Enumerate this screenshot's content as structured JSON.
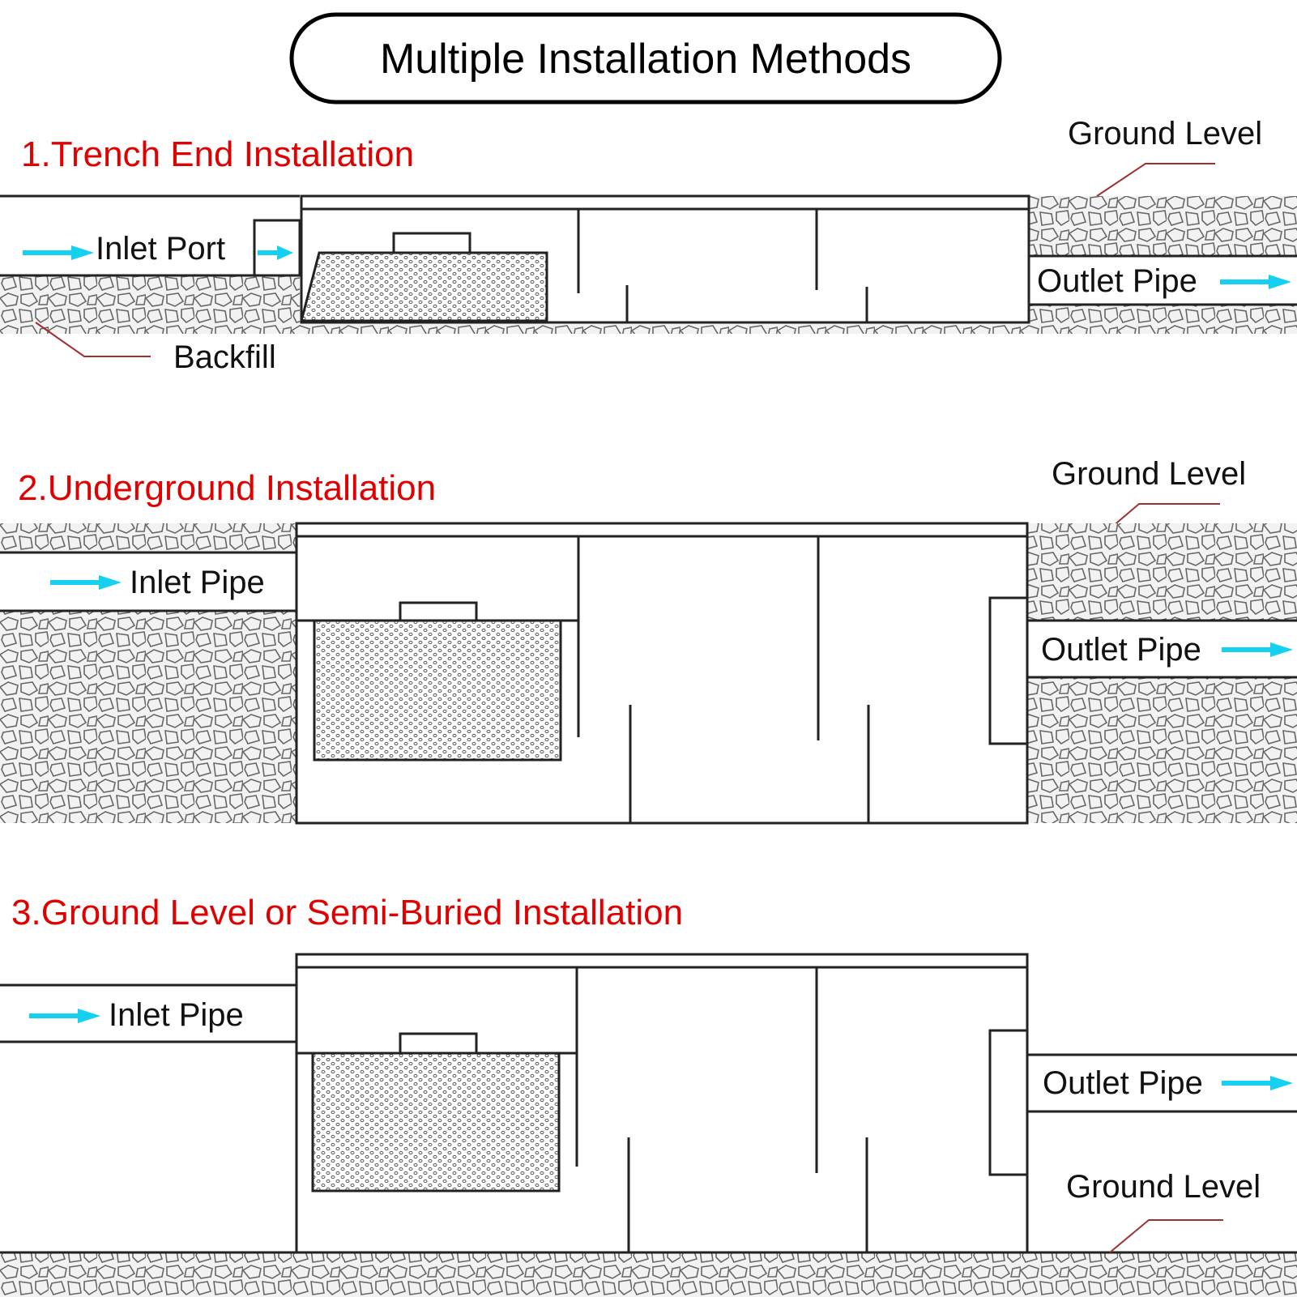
{
  "title": "Multiple Installation Methods",
  "colors": {
    "heading": "#e00000",
    "arrow": "#16d0f0",
    "line": "#222222"
  },
  "sections": [
    {
      "heading": "1.Trench End Installation",
      "labels": {
        "ground_level": "Ground Level",
        "inlet": "Inlet Port",
        "outlet": "Outlet Pipe",
        "backfill": "Backfill"
      }
    },
    {
      "heading": "2.Underground Installation",
      "labels": {
        "ground_level": "Ground Level",
        "inlet": "Inlet Pipe",
        "outlet": "Outlet Pipe"
      }
    },
    {
      "heading": "3.Ground Level or Semi-Buried Installation",
      "labels": {
        "ground_level": "Ground Level",
        "inlet": "Inlet Pipe",
        "outlet": "Outlet Pipe"
      }
    }
  ]
}
